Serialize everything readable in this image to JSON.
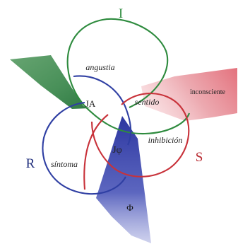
{
  "diagram": {
    "rings": {
      "imaginary": {
        "label": "I",
        "color": "#2e8b3e"
      },
      "real": {
        "label": "R",
        "color": "#2f3fa3"
      },
      "symbolic": {
        "label": "S",
        "color": "#c8323a"
      }
    },
    "center_labels": {
      "ja": "JA",
      "jphi": "Jφ"
    },
    "region_labels": {
      "angustia": "angustia",
      "sentido": "sentido",
      "inhibicion": "inhibición",
      "sintoma": "síntoma"
    },
    "field_labels": {
      "inconsciente": "inconsciente",
      "phi": "Φ"
    },
    "colors": {
      "green_field": "#3f8f4f",
      "red_field": "#e0707a",
      "blue_field": "#3a46b0",
      "label_blue": "#22307e",
      "label_red": "#b8282f",
      "label_green": "#2e8b3e"
    }
  }
}
